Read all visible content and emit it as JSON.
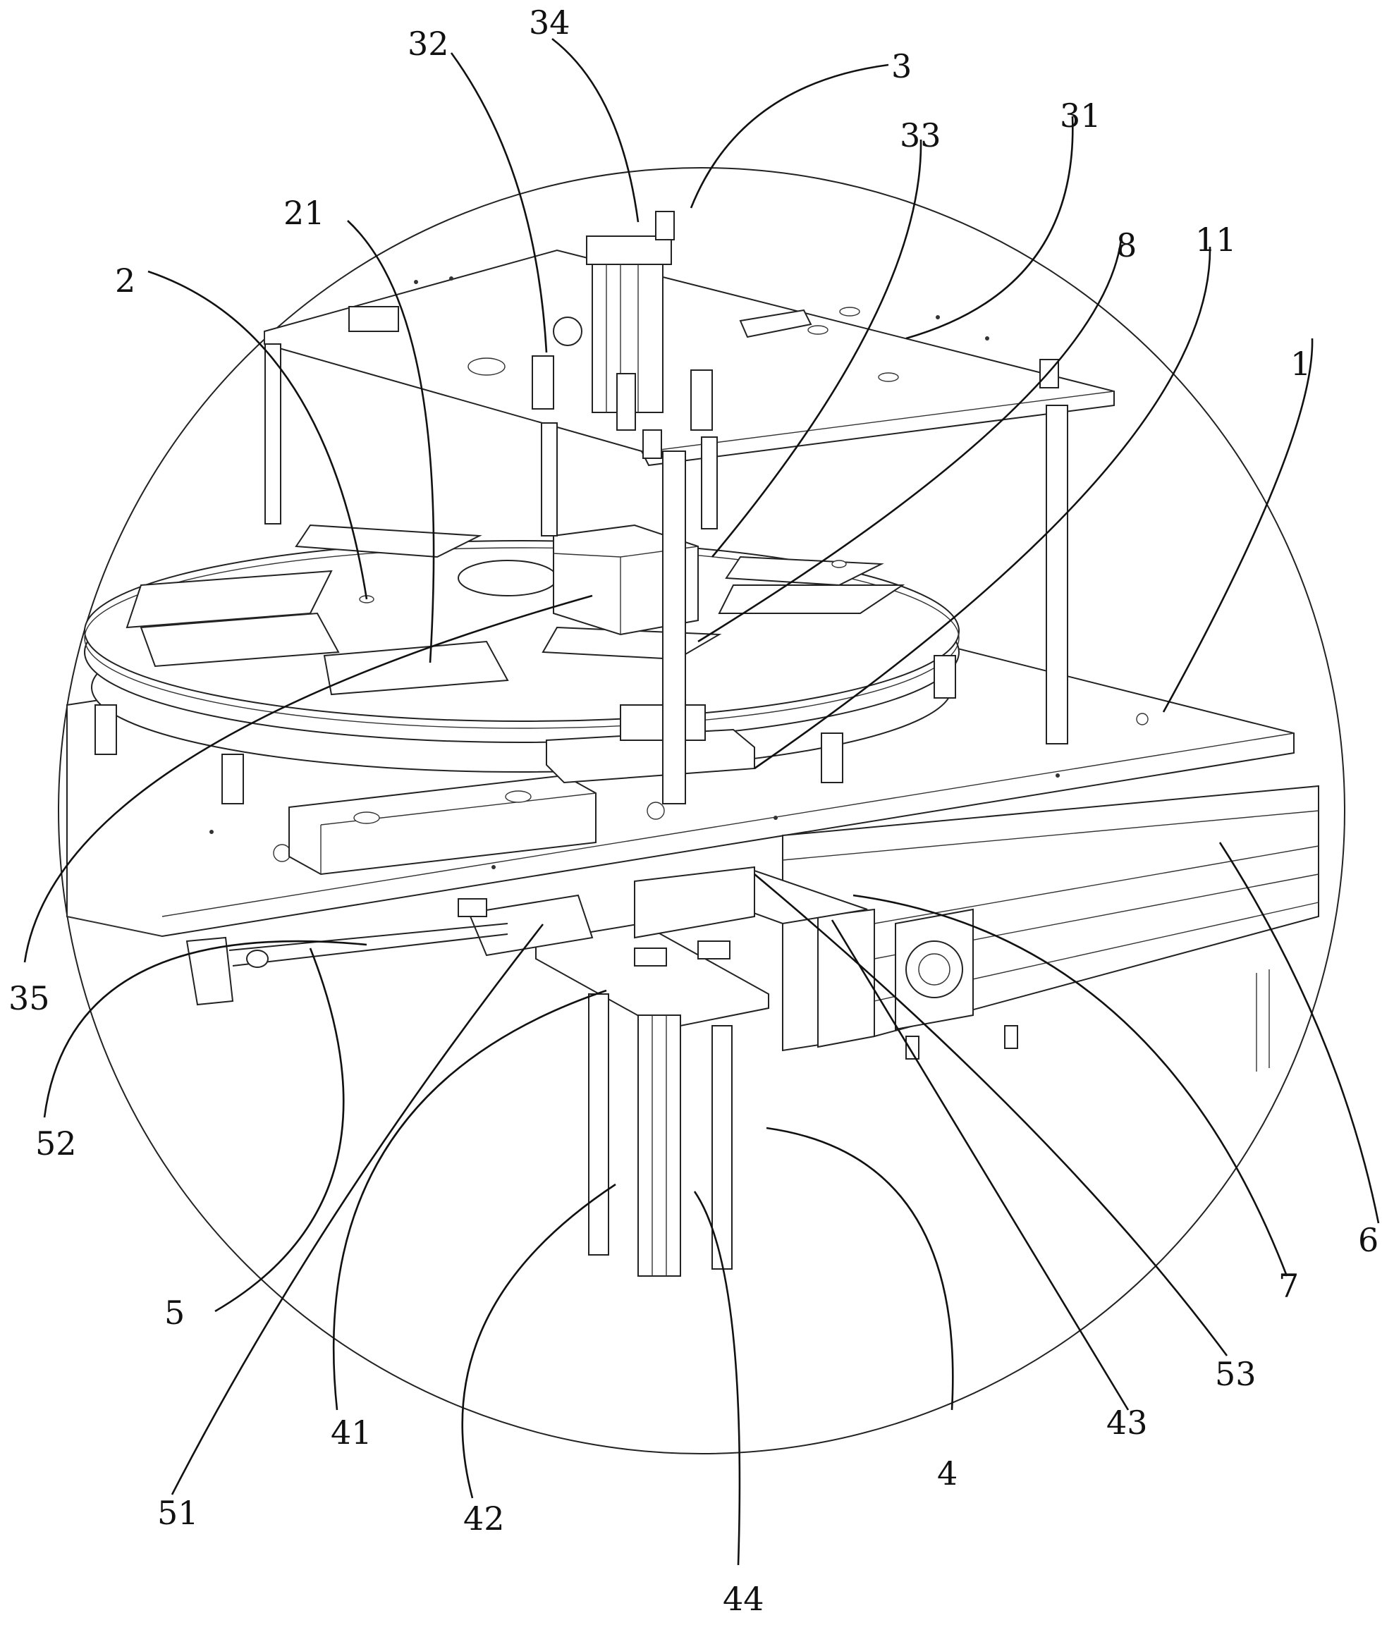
{
  "figure": {
    "type": "patent-mechanical-drawing",
    "description": "Isometric line drawing of an automated apparatus with rotary turntable, upper mounting plate, conveyor profile and lifting mechanism"
  },
  "labels": [
    {
      "id": "34",
      "text": "34"
    },
    {
      "id": "32",
      "text": "32"
    },
    {
      "id": "3",
      "text": "3"
    },
    {
      "id": "33",
      "text": "33"
    },
    {
      "id": "31",
      "text": "31"
    },
    {
      "id": "21",
      "text": "21"
    },
    {
      "id": "8",
      "text": "8"
    },
    {
      "id": "11",
      "text": "11"
    },
    {
      "id": "2",
      "text": "2"
    },
    {
      "id": "1",
      "text": "1"
    },
    {
      "id": "35",
      "text": "35"
    },
    {
      "id": "52",
      "text": "52"
    },
    {
      "id": "5",
      "text": "5"
    },
    {
      "id": "6",
      "text": "6"
    },
    {
      "id": "7",
      "text": "7"
    },
    {
      "id": "53",
      "text": "53"
    },
    {
      "id": "4",
      "text": "4"
    },
    {
      "id": "43",
      "text": "43"
    },
    {
      "id": "41",
      "text": "41"
    },
    {
      "id": "51",
      "text": "51"
    },
    {
      "id": "42",
      "text": "42"
    },
    {
      "id": "44",
      "text": "44"
    }
  ]
}
